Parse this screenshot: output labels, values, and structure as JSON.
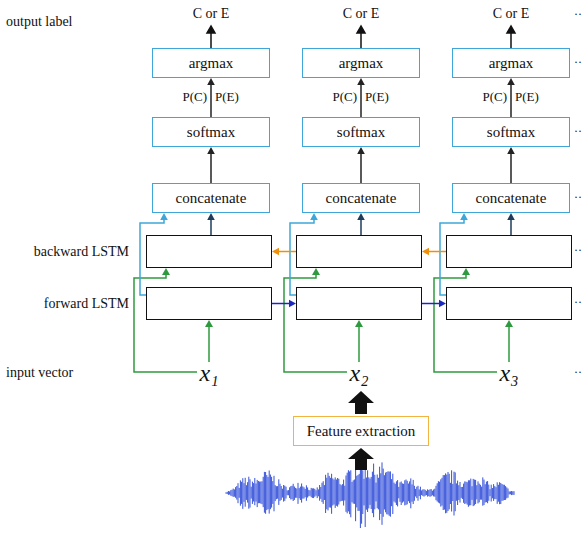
{
  "diagram": {
    "nodes": [
      {
        "text": [
          "argmax"
        ]
      },
      {
        "text": [
          "argmax"
        ]
      },
      {
        "text": [
          "argmax"
        ]
      },
      {
        "text": [
          "softmax"
        ]
      },
      {
        "text": [
          "softmax"
        ]
      },
      {
        "text": [
          "softmax"
        ]
      },
      {
        "text": [
          "concatenate"
        ]
      },
      {
        "text": [
          "concatenate"
        ]
      },
      {
        "text": [
          "concatenate"
        ]
      },
      {
        "text": [
          "backward LSTM"
        ]
      },
      {
        "text": []
      },
      {
        "text": []
      },
      {
        "text": [
          "forward LSTM"
        ]
      },
      {
        "text": []
      },
      {
        "text": []
      },
      {
        "text": [
          "Feature extraction"
        ]
      }
    ],
    "edges": [
      {
        "from": 3,
        "to": 0,
        "arrow": "to"
      },
      {
        "from": 4,
        "to": 1,
        "arrow": "to"
      },
      {
        "from": 5,
        "to": 2,
        "arrow": "to"
      },
      {
        "from": 6,
        "to": 3,
        "arrow": "to"
      },
      {
        "from": 7,
        "to": 4,
        "arrow": "to"
      },
      {
        "from": 8,
        "to": 5,
        "arrow": "to"
      },
      {
        "from": 9,
        "to": 6,
        "arrow": "to"
      },
      {
        "from": 10,
        "to": 7,
        "arrow": "to"
      },
      {
        "from": 11,
        "to": 8,
        "arrow": "to"
      },
      {
        "from": 12,
        "to": 6,
        "arrow": "to"
      },
      {
        "from": 13,
        "to": 7,
        "arrow": "to"
      },
      {
        "from": 14,
        "to": 8,
        "arrow": "to"
      },
      {
        "from": 12,
        "to": 13,
        "arrow": "to"
      },
      {
        "from": 13,
        "to": 14,
        "arrow": "to"
      },
      {
        "from": 11,
        "to": 10,
        "arrow": "to"
      },
      {
        "from": 10,
        "to": 9,
        "arrow": "to"
      }
    ],
    "labels": [
      "output label",
      "C or E",
      "C or E",
      "C or E",
      "P(C)",
      "P(E)",
      "P(C)",
      "P(E)",
      "P(C)",
      "P(E)",
      "input vector",
      "x₁",
      "x₂",
      "x₃",
      "··",
      "··",
      "··",
      "··",
      "··",
      "··",
      "··"
    ]
  }
}
